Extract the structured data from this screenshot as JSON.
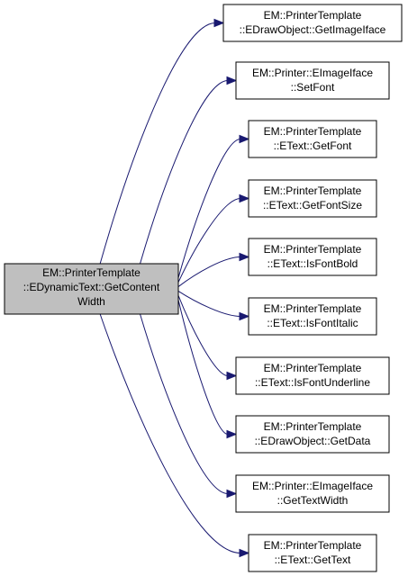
{
  "root": {
    "lines": [
      "EM::PrinterTemplate",
      "::EDynamicText::GetContent",
      "Width"
    ]
  },
  "callees": [
    {
      "lines": [
        "EM::PrinterTemplate",
        "::EDrawObject::GetImageIface"
      ]
    },
    {
      "lines": [
        "EM::Printer::EImageIface",
        "::SetFont"
      ]
    },
    {
      "lines": [
        "EM::PrinterTemplate",
        "::EText::GetFont"
      ]
    },
    {
      "lines": [
        "EM::PrinterTemplate",
        "::EText::GetFontSize"
      ]
    },
    {
      "lines": [
        "EM::PrinterTemplate",
        "::EText::IsFontBold"
      ]
    },
    {
      "lines": [
        "EM::PrinterTemplate",
        "::EText::IsFontItalic"
      ]
    },
    {
      "lines": [
        "EM::PrinterTemplate",
        "::EText::IsFontUnderline"
      ]
    },
    {
      "lines": [
        "EM::PrinterTemplate",
        "::EDrawObject::GetData"
      ]
    },
    {
      "lines": [
        "EM::Printer::EImageIface",
        "::GetTextWidth"
      ]
    },
    {
      "lines": [
        "EM::PrinterTemplate",
        "::EText::GetText"
      ]
    }
  ],
  "colors": {
    "edge": "#191970",
    "root_fill": "#bfbfbf",
    "node_fill": "#ffffff",
    "border": "#000000"
  }
}
